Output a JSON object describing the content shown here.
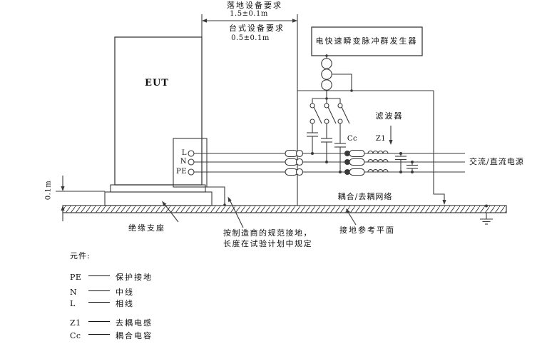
{
  "colors": {
    "line": "#3a3a3a",
    "text": "#111111",
    "background": "#ffffff"
  },
  "dimensions": {
    "floor_label": "落地设备要求",
    "floor_value": "1.5±0.1m",
    "table_label": "台式设备要求",
    "table_value": "0.5±0.1m",
    "support_height": "0.1m"
  },
  "blocks": {
    "eut": "EUT",
    "generator": "电快速瞬变脉冲群发生器",
    "coupling_network": "耦合/去耦网络",
    "filter": "滤波器",
    "ac_dc_power": "交流/直流电源"
  },
  "component_labels": {
    "cc": "Cc",
    "z1": "Z1"
  },
  "terminals": {
    "l": "L",
    "n": "N",
    "pe": "PE"
  },
  "annotations": {
    "insulating_support": "绝缘支座",
    "ground_reference_plane": "接地参考平面",
    "ground_note_line1": "按制造商的规范接地，",
    "ground_note_line2": "长度在试验计划中规定"
  },
  "legend": {
    "title": "元件:",
    "items": [
      {
        "symbol": "PE",
        "desc": "保护接地"
      },
      {
        "symbol": "N",
        "desc": "中线"
      },
      {
        "symbol": "L",
        "desc": "相线"
      },
      {
        "symbol": "Z1",
        "desc": "去耦电感"
      },
      {
        "symbol": "Cc",
        "desc": "耦合电容"
      }
    ]
  }
}
